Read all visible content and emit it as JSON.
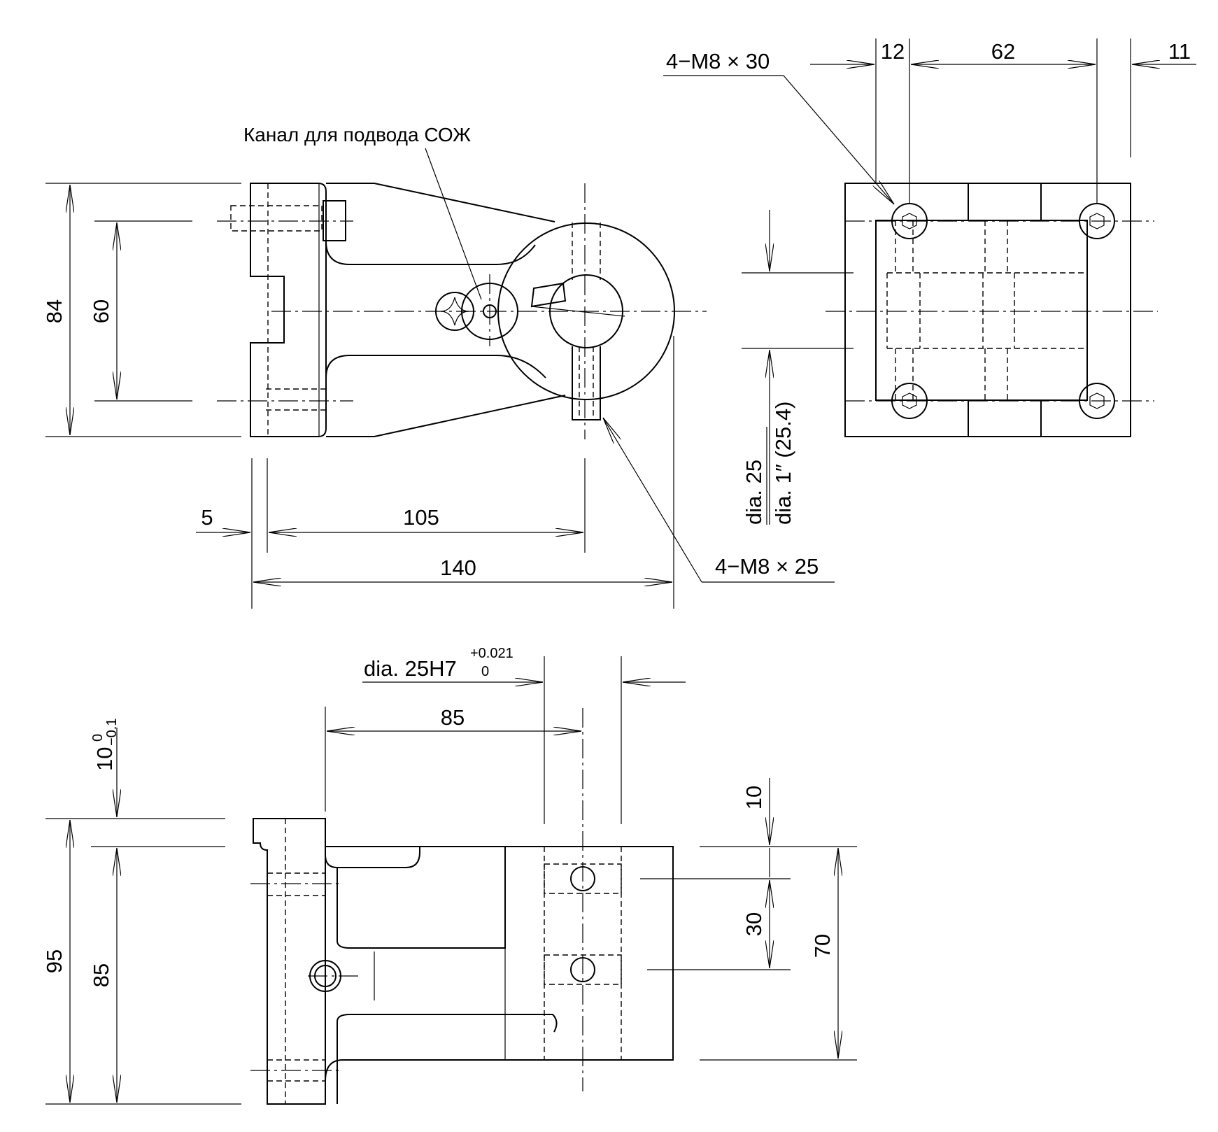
{
  "annotations": {
    "coolant_channel": "Канал для подвода СОЖ",
    "bolt_top": "4−M8 × 30",
    "bolt_side": "4−M8 × 25",
    "dia_25": "dia. 25",
    "dia_1in": "dia. 1″ (25.4)",
    "bore_prefix": "dia. 25H7",
    "bore_tol_upper": "+0.021",
    "bore_tol_lower": "0",
    "step_nominal": "10",
    "step_tol_upper": "0",
    "step_tol_lower": "−0.1"
  },
  "dimensions": {
    "d84": "84",
    "d60": "60",
    "d5": "5",
    "d105": "105",
    "d140": "140",
    "d12": "12",
    "d62": "62",
    "d11": "11",
    "d85_horizontal": "85",
    "d95": "95",
    "d85_vertical": "85",
    "d10": "10",
    "d30": "30",
    "d70": "70"
  }
}
